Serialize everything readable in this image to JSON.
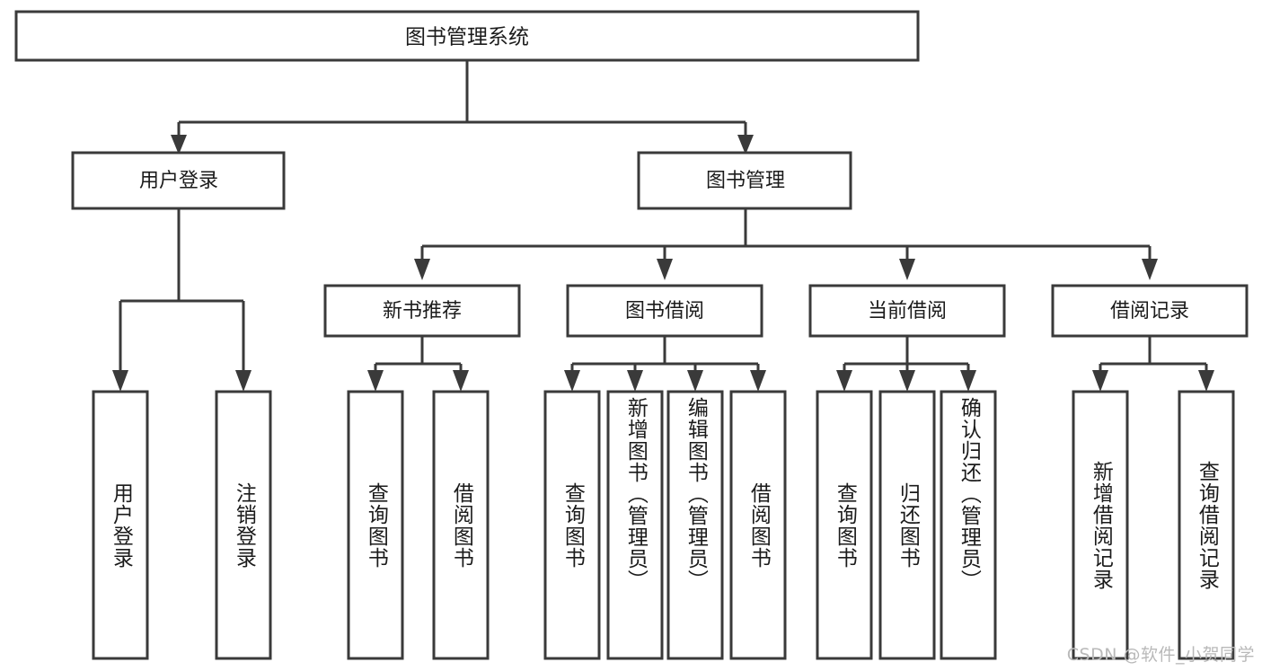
{
  "diagram": {
    "type": "tree",
    "title": "图书管理系统",
    "watermark": "CSDN @软件_小贺同学",
    "nodes": {
      "root": {
        "label": "图书管理系统",
        "level": 1
      },
      "l2_login": {
        "label": "用户登录",
        "level": 2
      },
      "l2_book": {
        "label": "图书管理",
        "level": 2
      },
      "l3_newbook": {
        "label": "新书推荐",
        "level": 3
      },
      "l3_borrow": {
        "label": "图书借阅",
        "level": 3
      },
      "l3_current": {
        "label": "当前借阅",
        "level": 3
      },
      "l3_record": {
        "label": "借阅记录",
        "level": 3
      },
      "leaf_login_1": {
        "label": "用户登录",
        "level": 3,
        "orientation": "vertical"
      },
      "leaf_login_2": {
        "label": "注销登录",
        "level": 3,
        "orientation": "vertical"
      },
      "leaf_new_1": {
        "label": "查询图书",
        "level": 4,
        "orientation": "vertical"
      },
      "leaf_new_2": {
        "label": "借阅图书",
        "level": 4,
        "orientation": "vertical"
      },
      "leaf_borrow_1": {
        "label": "查询图书",
        "level": 4,
        "orientation": "vertical"
      },
      "leaf_borrow_2": {
        "label": "新增图书（管理员）",
        "level": 4,
        "orientation": "vertical"
      },
      "leaf_borrow_3": {
        "label": "编辑图书（管理员）",
        "level": 4,
        "orientation": "vertical"
      },
      "leaf_borrow_4": {
        "label": "借阅图书",
        "level": 4,
        "orientation": "vertical"
      },
      "leaf_cur_1": {
        "label": "查询图书",
        "level": 4,
        "orientation": "vertical"
      },
      "leaf_cur_2": {
        "label": "归还图书",
        "level": 4,
        "orientation": "vertical"
      },
      "leaf_cur_3": {
        "label": "确认归还（管理员）",
        "level": 4,
        "orientation": "vertical"
      },
      "leaf_rec_1": {
        "label": "新增借阅记录",
        "level": 4,
        "orientation": "vertical"
      },
      "leaf_rec_2": {
        "label": "查询借阅记录",
        "level": 4,
        "orientation": "vertical"
      }
    },
    "edges": [
      {
        "from": "root",
        "to": "l2_login"
      },
      {
        "from": "root",
        "to": "l2_book"
      },
      {
        "from": "l2_login",
        "to": "leaf_login_1"
      },
      {
        "from": "l2_login",
        "to": "leaf_login_2"
      },
      {
        "from": "l2_book",
        "to": "l3_newbook"
      },
      {
        "from": "l2_book",
        "to": "l3_borrow"
      },
      {
        "from": "l2_book",
        "to": "l3_current"
      },
      {
        "from": "l2_book",
        "to": "l3_record"
      },
      {
        "from": "l3_newbook",
        "to": "leaf_new_1"
      },
      {
        "from": "l3_newbook",
        "to": "leaf_new_2"
      },
      {
        "from": "l3_borrow",
        "to": "leaf_borrow_1"
      },
      {
        "from": "l3_borrow",
        "to": "leaf_borrow_2"
      },
      {
        "from": "l3_borrow",
        "to": "leaf_borrow_3"
      },
      {
        "from": "l3_borrow",
        "to": "leaf_borrow_4"
      },
      {
        "from": "l3_current",
        "to": "leaf_cur_1"
      },
      {
        "from": "l3_current",
        "to": "leaf_cur_2"
      },
      {
        "from": "l3_current",
        "to": "leaf_cur_3"
      },
      {
        "from": "l3_record",
        "to": "leaf_rec_1"
      },
      {
        "from": "l3_record",
        "to": "leaf_rec_2"
      }
    ],
    "colors": {
      "stroke": "#3a3a3a",
      "fill": "#ffffff",
      "text": "#1b1b1b",
      "watermark": "#b9b9b9"
    }
  }
}
